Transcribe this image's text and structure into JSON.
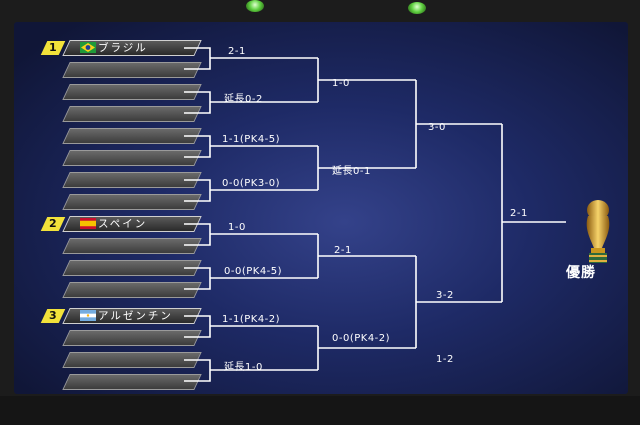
{
  "seeds": [
    {
      "number": "1",
      "team": "ブラジル",
      "flag": "brazil-flag"
    },
    {
      "number": "2",
      "team": "スペイン",
      "flag": "spain-flag"
    },
    {
      "number": "3",
      "team": "アルゼンチン",
      "flag": "argentina-flag"
    }
  ],
  "rounds": {
    "r1": [
      "2-1",
      "延長0-2",
      "1-1(PK4-5)",
      "0-0(PK3-0)",
      "1-0",
      "0-0(PK4-5)",
      "1-1(PK4-2)",
      "延長1-0"
    ],
    "r2": [
      "1-0",
      "延長0-1",
      "2-1",
      "0-0(PK4-2)"
    ],
    "r3": [
      "3-0",
      "3-2",
      "1-2"
    ],
    "final": "2-1"
  },
  "champion_label": "優勝",
  "colors": {
    "seed_badge": "#f2e23a",
    "bracket_line": "#ffffff",
    "screen_bg": "#1e2a66"
  }
}
